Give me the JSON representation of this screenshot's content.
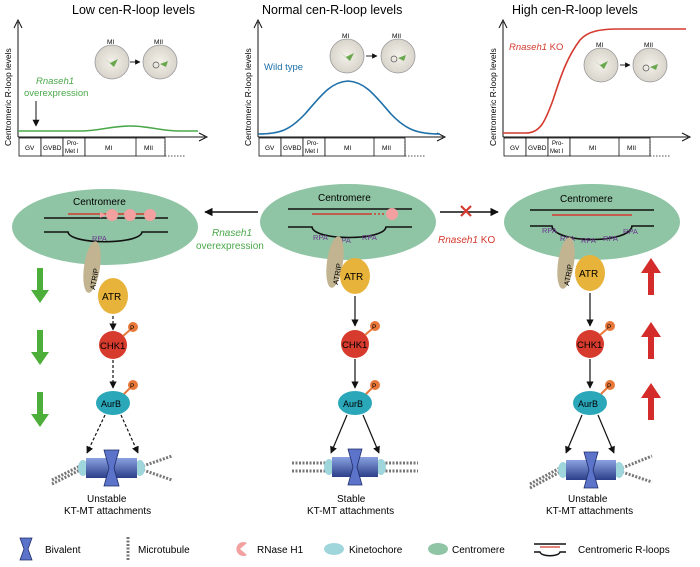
{
  "panels": {
    "low": {
      "title": "Low cen-R-loop levels",
      "note_gene": "Rnaseh1",
      "note_rest": "overexpression",
      "phases": [
        "GV",
        "GVBD",
        "Pro-",
        "Met I",
        "MI",
        "MII"
      ]
    },
    "normal": {
      "title": "Normal cen-R-loop levels",
      "note": "Wild type",
      "phases": [
        "GV",
        "GVBD",
        "Pro-",
        "Met I",
        "MI",
        "MII"
      ]
    },
    "high": {
      "title": "High cen-R-loop levels",
      "note_gene": "Rnaseh1",
      "note_rest": " KO",
      "phases": [
        "GV",
        "GVBD",
        "Pro-",
        "Met I",
        "MI",
        "MII"
      ]
    }
  },
  "y_axis_label": "Centromeric R-loop levels",
  "oocyte": {
    "mi": "MI",
    "mii": "MII"
  },
  "centromere_label": "Centromere",
  "rpa": "RPA",
  "atrip": "ATRIP",
  "atr": "ATR",
  "chk1": "CHK1",
  "aurb": "AurB",
  "p": "P",
  "arrow_left_gene": "Rnaseh1",
  "arrow_left_rest": "overexpression",
  "arrow_right_gene": "Rnaseh1",
  "arrow_right_rest": " KO",
  "outcome": {
    "left": [
      "Unstable",
      "KT-MT attachments"
    ],
    "center": [
      "Stable",
      "KT-MT attachments"
    ],
    "right": [
      "Unstable",
      "KT-MT attachments"
    ]
  },
  "legend": {
    "bivalent": "Bivalent",
    "microtubule": "Microtubule",
    "rnaseh1": "RNase H1",
    "kinetochore": "Kinetochore",
    "centromere": "Centromere",
    "rloops": "Centromeric R-loops"
  },
  "colors": {
    "green_curve": "#4aa84a",
    "blue_curve": "#1d6fa8",
    "red_curve": "#d43a2f",
    "centromere": "#8fc4a4",
    "atr": "#e8b33a",
    "chk1": "#d63b2d",
    "aurb": "#2aa7b9",
    "phospho": "#e8783a",
    "rnase": "#f2a0a0",
    "kinetochore": "#9fd6dc",
    "rpa": "#6a3a8e",
    "down_arrow": "#4caf3a",
    "up_arrow": "#d42b2b"
  }
}
